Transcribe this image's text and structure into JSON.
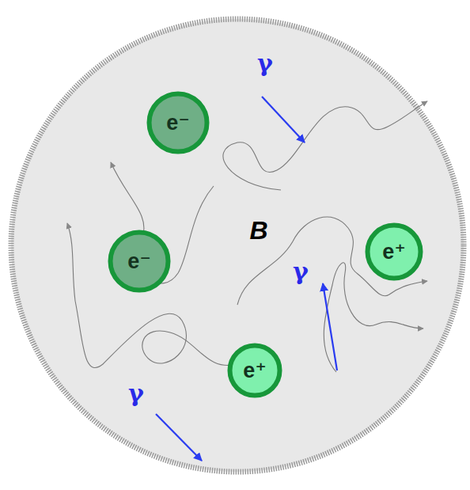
{
  "diagram": {
    "nodes": [
      {
        "text": [
          "e⁻"
        ]
      },
      {
        "text": [
          "e⁻"
        ]
      },
      {
        "text": [
          "e⁺"
        ]
      },
      {
        "text": [
          "e⁺"
        ]
      }
    ],
    "labels": [
      "γ",
      "B",
      "γ",
      "γ"
    ]
  }
}
